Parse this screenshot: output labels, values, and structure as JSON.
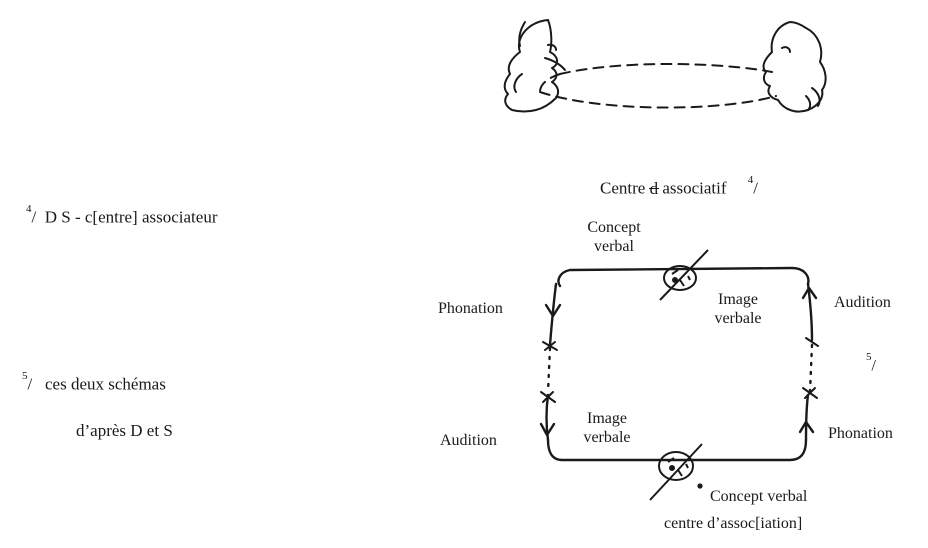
{
  "notes": {
    "note4_marker": "4",
    "note4_text": "D S - c[entre] associateur",
    "note5_marker": "5",
    "note5_line1": "ces deux schémas",
    "note5_line2": "d’après D et S"
  },
  "diagram": {
    "title_prefix": "Centre",
    "title_struck": "d",
    "title_suffix": "associatif",
    "title_ref": "4",
    "side_ref": "5",
    "labels": {
      "concept_verbal_top": [
        "Concept",
        "verbal"
      ],
      "image_verbale_top": [
        "Image",
        "verbale"
      ],
      "phonation_left": "Phonation",
      "audition_right": "Audition",
      "audition_left": "Audition",
      "phonation_right": "Phonation",
      "image_verbale_bottom": [
        "Image",
        "verbale"
      ],
      "concept_verbal_bottom": "Concept verbal",
      "centre_assoc": "centre d’assoc[iation]"
    }
  },
  "colors": {
    "ink": "#1a1a1a",
    "background": "#ffffff"
  }
}
